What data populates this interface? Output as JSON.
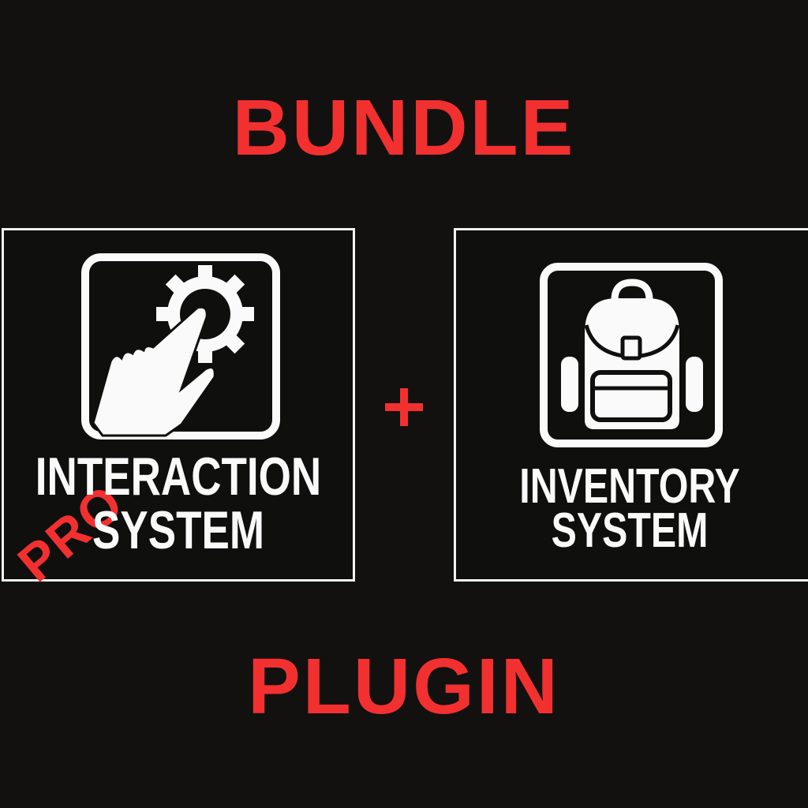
{
  "title": "BUNDLE",
  "footer": "PLUGIN",
  "accent_color": "#f23030",
  "left_product": {
    "badge": "PRO",
    "line1": "INTERACTION",
    "line2": "SYSTEM",
    "icon": "hand-gear-icon"
  },
  "right_product": {
    "line1": "INVENTORY",
    "line2": "SYSTEM",
    "icon": "backpack-icon"
  },
  "separator": "plus-icon"
}
